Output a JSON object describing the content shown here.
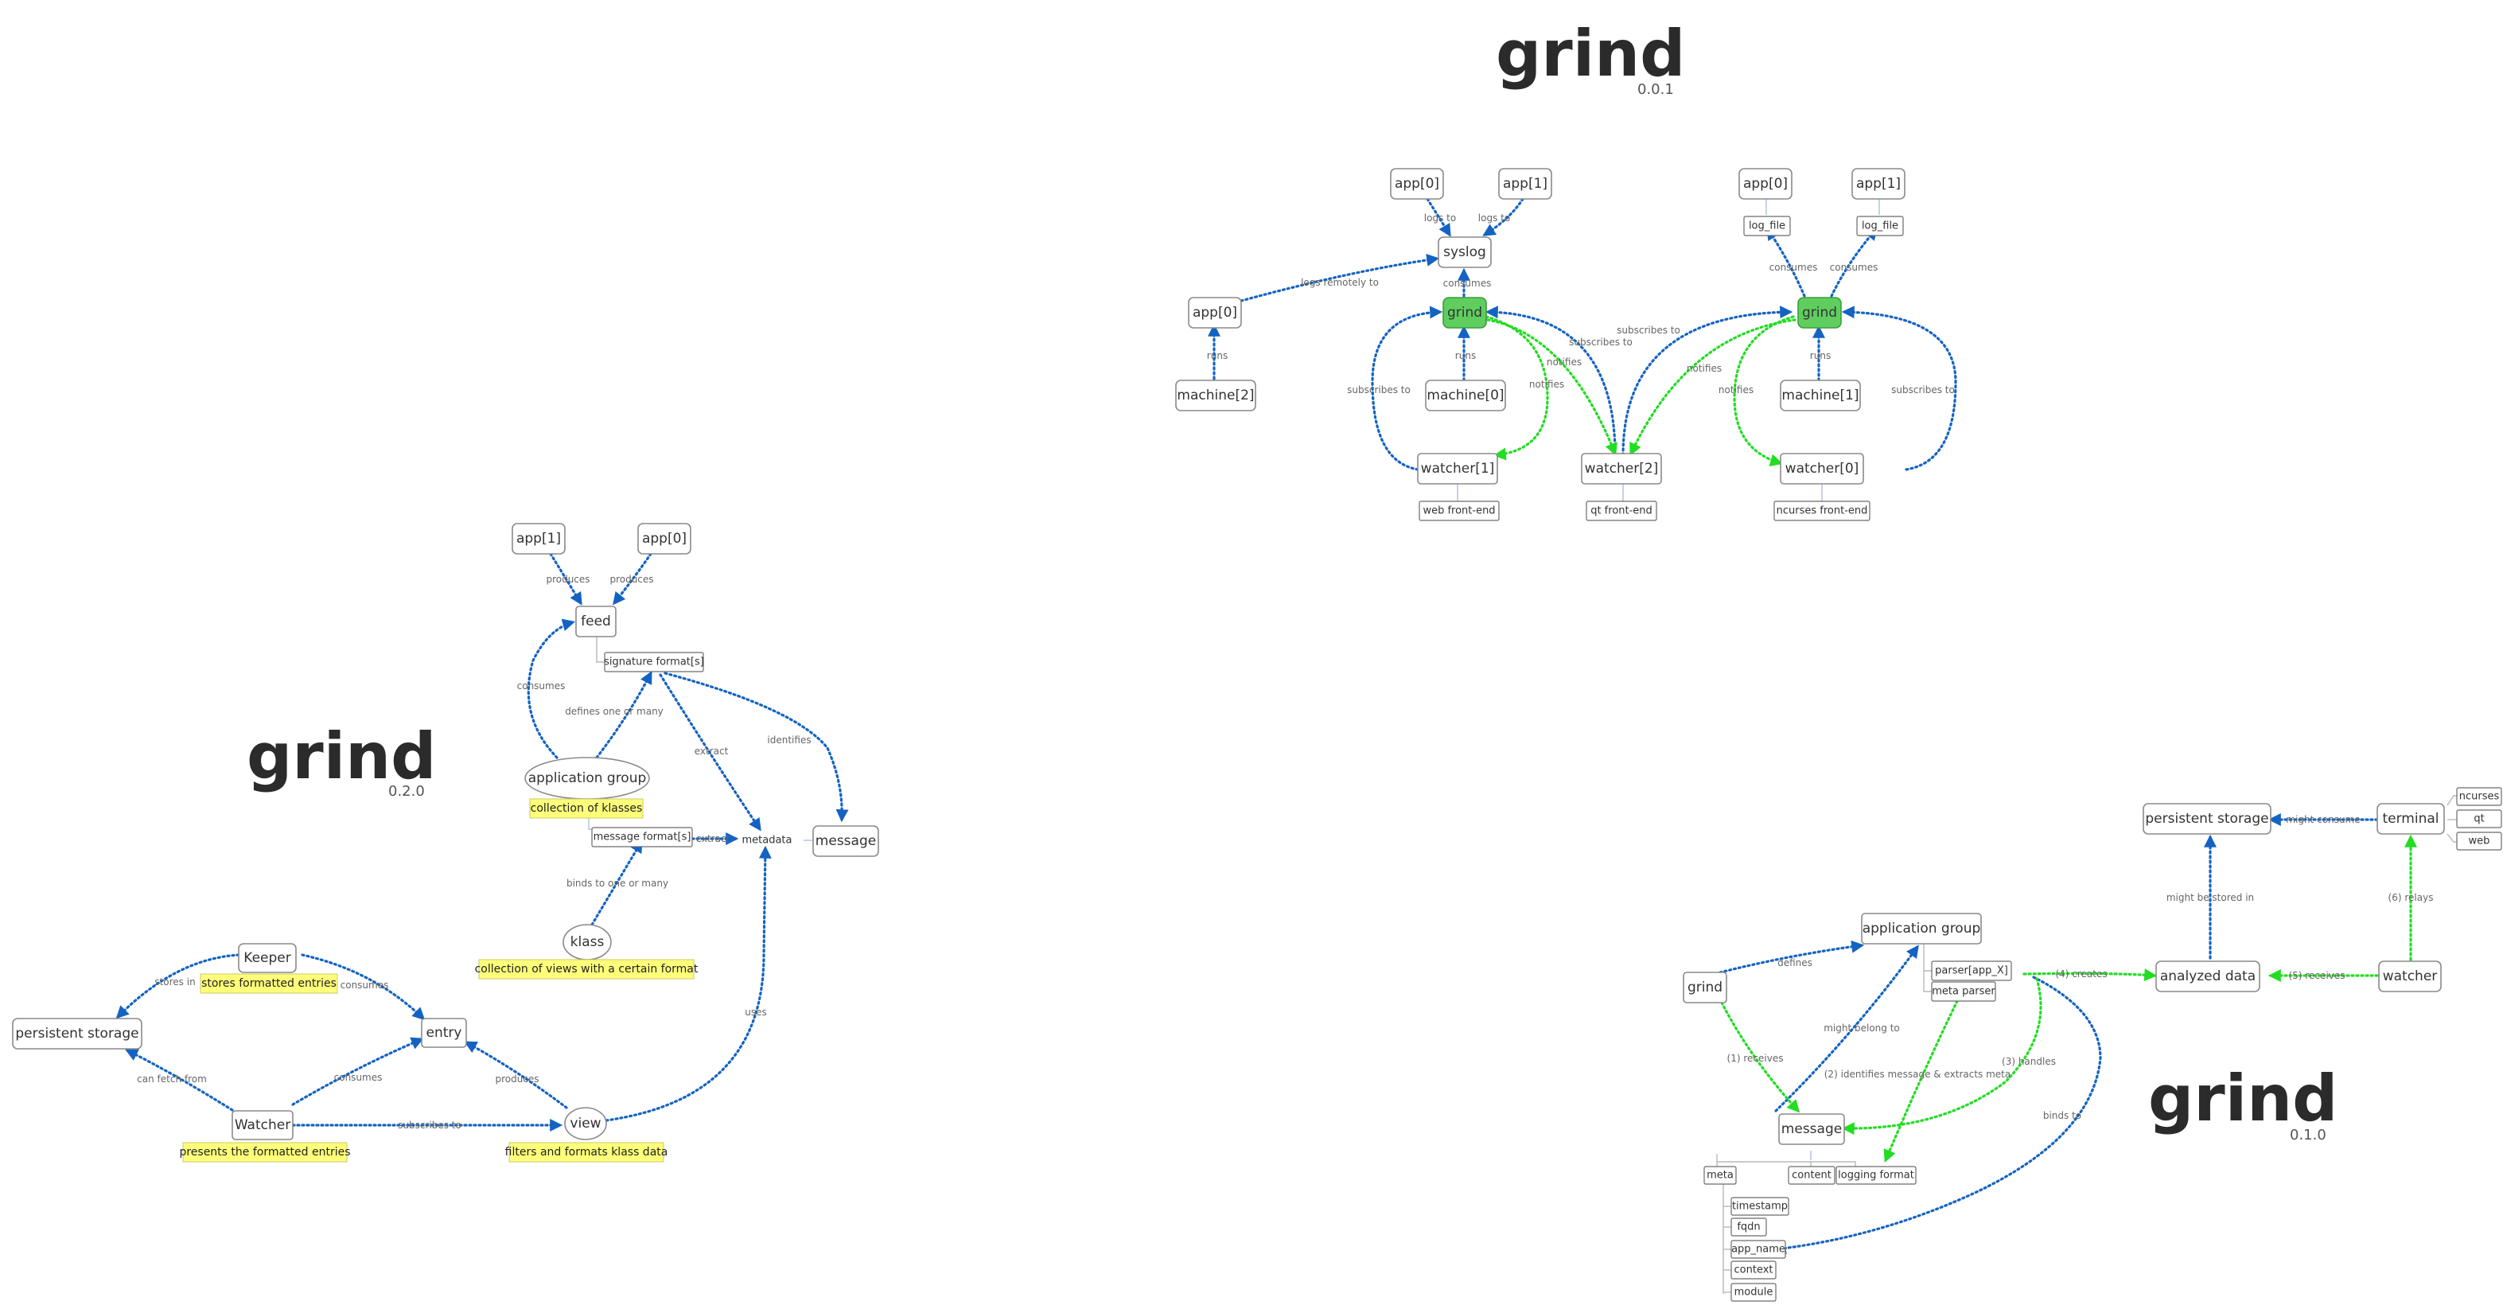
{
  "colors": {
    "blue_edge": "#1463c2",
    "green_edge": "#22dd22",
    "grind_node": "#5fce5f",
    "note_fill": "#ffff7a"
  },
  "map_001": {
    "title": "grind",
    "version": "0.0.1",
    "nodes": {
      "app0_top": "app[0]",
      "app1_top": "app[1]",
      "syslog": "syslog",
      "app0_left": "app[0]",
      "machine2": "machine[2]",
      "grind_a": "grind",
      "machine0": "machine[0]",
      "watcher1": "watcher[1]",
      "watcher1_sub": "web front-end",
      "watcher2": "watcher[2]",
      "watcher2_sub": "qt front-end",
      "app0_right": "app[0]",
      "app1_right": "app[1]",
      "logfile_a": "log_file",
      "logfile_b": "log_file",
      "grind_b": "grind",
      "machine1": "machine[1]",
      "watcher0": "watcher[0]",
      "watcher0_sub": "ncurses front-end"
    },
    "edge_labels": {
      "logs_to_1": "logs to",
      "logs_to_2": "logs to",
      "logs_remotely_to": "logs remotely to",
      "runs_1": "runs",
      "consumes_syslog": "consumes",
      "runs_2": "runs",
      "subscribes_to_1": "subscribes to",
      "notifies_1": "notifies",
      "notifies_2": "notifies",
      "subscribes_to_2": "subscribes to",
      "subscribes_to_3": "subscribes to",
      "notifies_3": "notifies",
      "notifies_4": "notifies",
      "consumes_a": "consumes",
      "consumes_b": "consumes",
      "runs_3": "runs",
      "subscribes_to_4": "subscribes to"
    }
  },
  "map_020": {
    "title": "grind",
    "version": "0.2.0",
    "nodes": {
      "app1": "app[1]",
      "app0": "app[0]",
      "feed": "feed",
      "signature_format": "signature format[s]",
      "application_group": "application group",
      "app_group_note": "collection of klasses",
      "message_format": "message format[s]",
      "metadata": "metadata",
      "message": "message",
      "klass": "klass",
      "klass_note": "collection of views with a certain format",
      "keeper": "Keeper",
      "keeper_note": "stores formatted entries",
      "persistent_storage": "persistent storage",
      "entry": "entry",
      "watcher": "Watcher",
      "watcher_note": "presents the formatted entries",
      "view": "view",
      "view_note": "filters and formats klass data"
    },
    "edge_labels": {
      "produces_1": "produces",
      "produces_2": "produces",
      "consumes_feed": "consumes",
      "defines_one_or_many": "defines one or many",
      "extract_1": "extract",
      "identifies": "identifies",
      "extract_2": "extract",
      "binds_to_one_or_many": "binds to one or many",
      "stores_in": "stores in",
      "consumes_keeper": "consumes",
      "can_fetch_from": "can fetch from",
      "consumes_watcher": "consumes",
      "produces_view": "produces",
      "subscribes_to": "subscribes to",
      "uses": "uses"
    }
  },
  "map_010": {
    "title": "grind",
    "version": "0.1.0",
    "nodes": {
      "persistent_storage": "persistent storage",
      "terminal": "terminal",
      "terminal_subs": [
        "ncurses",
        "qt",
        "web"
      ],
      "application_group": "application group",
      "parser": "parser[app_X]",
      "meta_parser": "meta parser",
      "grind": "grind",
      "analyzed_data": "analyzed data",
      "watcher": "watcher",
      "message": "message",
      "meta": "meta",
      "content": "content",
      "logging_format": "logging format",
      "meta_fields": [
        "timestamp",
        "fqdn",
        "app_name",
        "context",
        "module"
      ]
    },
    "edge_labels": {
      "might_consume": "might consume",
      "might_be_stored_in": "might be stored in",
      "relays": "(6) relays",
      "creates": "(4) creates",
      "receives_5": "(5) receives",
      "defines": "defines",
      "receives_1": "(1) receives",
      "might_belong_to": "might belong to",
      "identifies_meta": "(2) identifies message & extracts meta",
      "handles": "(3) handles",
      "binds_to": "binds to"
    }
  }
}
